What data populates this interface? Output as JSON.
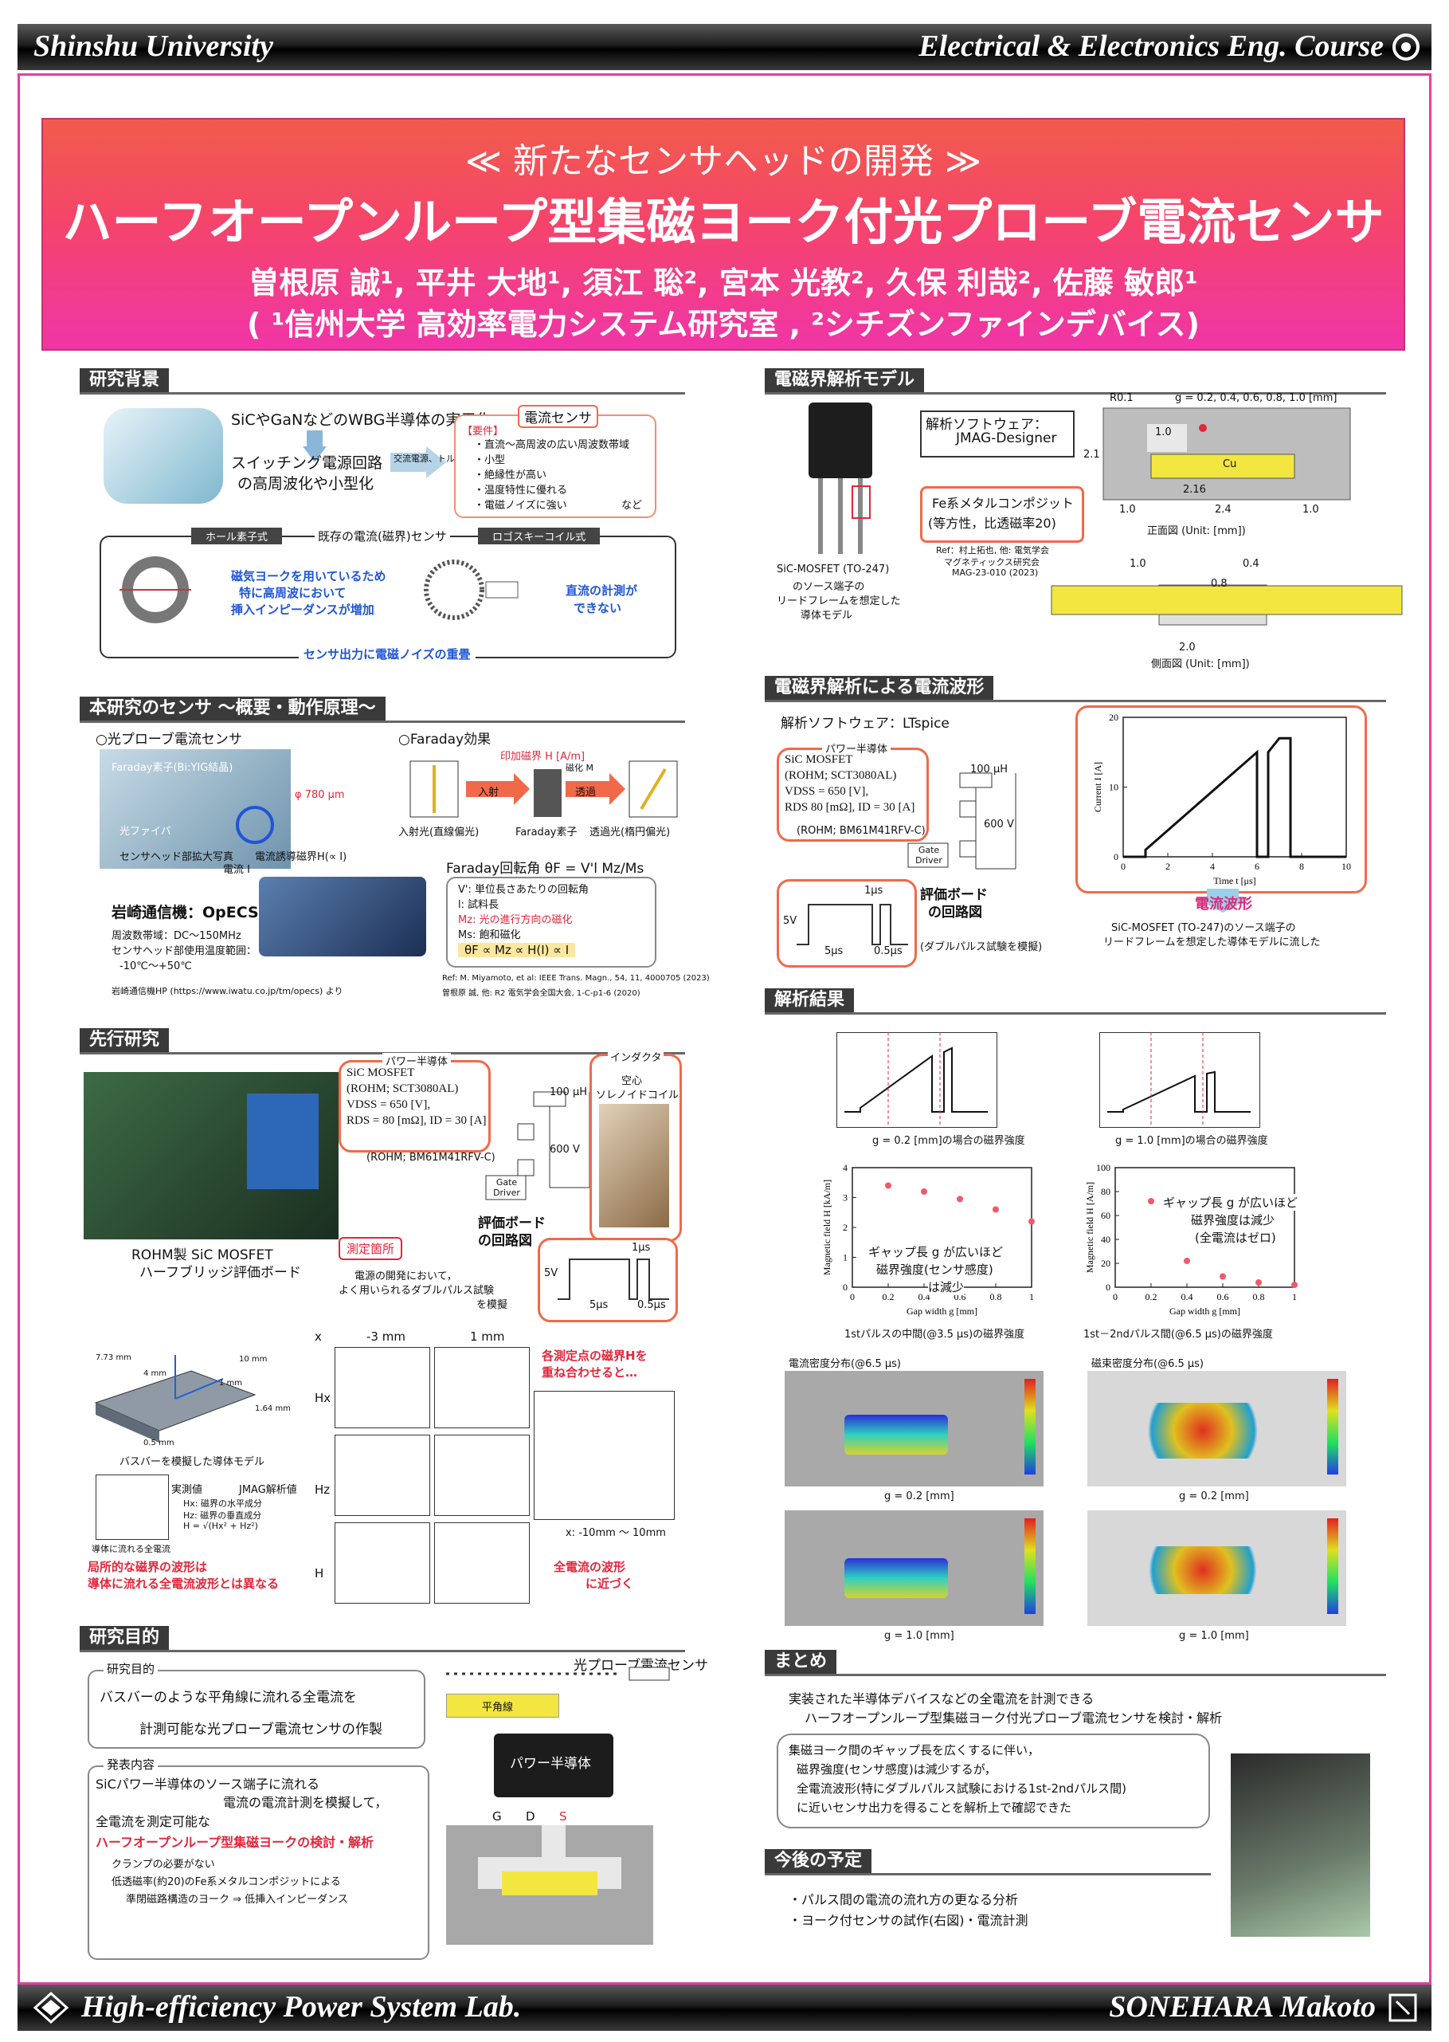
{
  "header": {
    "left": "Shinshu University",
    "right": "Electrical & Electronics Eng. Course"
  },
  "footer": {
    "left": "High-efficiency Power System Lab.",
    "right": "SONEHARA Makoto"
  },
  "title": {
    "subtitle": "≪ 新たなセンサヘッドの開発 ≫",
    "main": "ハーフオープンループ型集磁ヨーク付光プローブ電流センサ",
    "authors": "曽根原 誠¹, 平井 大地¹, 須江 聡², 宮本 光教², 久保 利哉², 佐藤 敏郎¹",
    "affiliation": "( ¹信州大学 高効率電力システム研究室 , ²シチズンファインデバイス)"
  },
  "sections": {
    "background": "研究背景",
    "principle": "本研究のセンサ ～概要・動作原理～",
    "prior": "先行研究",
    "purpose": "研究目的",
    "em_model": "電磁界解析モデル",
    "em_waveform": "電磁界解析による電流波形",
    "results": "解析結果",
    "summary": "まとめ",
    "future": "今後の予定"
  },
  "background": {
    "wbg": "SiCやGaNなどのWBG半導体の実用化",
    "switching1": "スイッチング電源回路",
    "switching2": "の高周波化や小型化",
    "arrow_note": "交流電源、トルク制御 など",
    "req_title": "電流センサ",
    "req_label": "【要件】",
    "req_items": [
      "・直流～高周波の広い周波数帯域",
      "・小型",
      "・絶縁性が高い",
      "・温度特性に優れる",
      "・電磁ノイズに強い"
    ],
    "req_etc": "など",
    "hall": "ホール素子式",
    "existing": "既存の電流(磁界)センサ",
    "rogowski": "ロゴスキーコイル式",
    "hall_note1": "磁気ヨークを用いているため",
    "hall_note2": "特に高周波において",
    "hall_note3": "挿入インピーダンスが増加",
    "rog_note1": "直流の計測が",
    "rog_note2": "できない",
    "noise": "センサ出力に電磁ノイズの重畳"
  },
  "principle": {
    "optical": "○光プローブ電流センサ",
    "faraday_elem": "Faraday素子(Bi:YIG結晶)",
    "fiber": "光ファイバ",
    "sensor_head": "センサヘッド部拡大写真",
    "current": "電流 I",
    "field": "電流誘導磁界H(∝ I)",
    "dim": "φ 780 μm",
    "faraday_effect": "○Faraday効果",
    "applied_field": "印加磁界 H [A/m]",
    "magnetization": "磁化 M",
    "incident_label": "入射",
    "transmit_label": "透過",
    "incident": "入射光(直線偏光)",
    "faraday_device": "Faraday素子",
    "transmitted": "透過光(楕円偏光)",
    "rotation": "Faraday回転角 θF = V'l Mz/Ms",
    "legend1": "V': 単位長さあたりの回転角",
    "legend2": "l: 試料長",
    "legend3": "Mz: 光の進行方向の磁化",
    "legend4": "Ms: 飽和磁化",
    "proportional": "θF ∝ Mz ∝ H(I) ∝ I",
    "product": "岩崎通信機：OpECS",
    "spec1": "周波数帯域：DC～150MHz",
    "spec2": "センサヘッド部使用温度範囲：",
    "spec3": "-10℃～+50℃",
    "url": "岩崎通信機HP (https://www.iwatu.co.jp/tm/opecs) より",
    "ref1": "Ref: M. Miyamoto, et al: IEEE Trans. Magn., 54, 11, 4000705 (2023)",
    "ref2": "曽根原 誠, 他: R2 電気学会全国大会, 1-C-p1-6 (2020)"
  },
  "prior": {
    "device_title": "パワー半導体",
    "mosfet": "SiC MOSFET",
    "rohm": "(ROHM; SCT3080AL)",
    "vdss": "VDSS = 650 [V],",
    "rds": "RDS = 80 [mΩ], ID = 30 [A]",
    "inductor": "100 μH",
    "voltage": "600 V",
    "driver_chip": "(ROHM; BM61M41RFV-C)",
    "gate": "Gate Driver",
    "eval_board": "評価ボード",
    "circuit": "の回路図",
    "inductor_title": "インダクタ",
    "air_core": "空心",
    "solenoid": "ソレノイドコイル",
    "board1": "ROHM製 SiC MOSFET",
    "board2": "ハーフブリッジ評価ボード",
    "measure_point": "測定箇所",
    "test1": "電源の開発において，",
    "test2": "よく用いられるダブルパルス試験",
    "test3": "を模擬",
    "pulse_v": "5V",
    "pulse_w": "1μs",
    "pulse_gap": "5μs",
    "pulse_off": "0.5μs",
    "busbar": "バスバーを模擬した導体モデル",
    "dim_a": "7.73 mm",
    "dim_b": "4 mm",
    "dim_c": "1 mm",
    "dim_d": "0.5 mm",
    "dim_e": "1.64 mm",
    "dim_f": "10 mm",
    "col_x": "x",
    "col_1": "-3 mm",
    "col_2": "1 mm",
    "row_hx": "Hx",
    "row_hz": "Hz",
    "row_h": "H",
    "legend_meas": "実測値",
    "legend_jmag": "JMAG解析値",
    "def_hx": "Hx: 磁界の水平成分",
    "def_hz": "Hz: 磁界の垂直成分",
    "def_h": "H = √(Hx² + Hz²)",
    "overlap1": "各測定点の磁界Hを",
    "overlap2": "重ね合わせると…",
    "range": "x: -10mm ～ 10mm",
    "approach1": "全電流の波形",
    "approach2": "に近づく",
    "local1": "局所的な磁界の波形は",
    "local2": "導体に流れる全電流波形とは異なる",
    "conductor_current": "導体に流れる全電流"
  },
  "purpose": {
    "goal_label": "研究目的",
    "goal1": "バスバーのような平角線に流れる全電流を",
    "goal2": "計測可能な光プローブ電流センサの作製",
    "content_label": "発表内容",
    "c1": "SiCパワー半導体のソース端子に流れる",
    "c2": "電流の電流計測を模擬して，",
    "c3": "全電流を測定可能な",
    "c4": "ハーフオープンループ型集磁ヨークの検討・解析",
    "c5": "クランプの必要がない",
    "c6": "低透磁率(約20)のFe系メタルコンポジットによる",
    "c7": "準閉磁路構造のヨーク ⇒ 低挿入インピーダンス",
    "sensor_label": "光プローブ電流センサ",
    "flat_wire": "平角線",
    "power_semi": "パワー半導体",
    "g": "G",
    "d": "D",
    "s": "S"
  },
  "em_model": {
    "device1": "SiC-MOSFET (TO-247)",
    "device2": "のソース端子の",
    "device3": "リードフレームを想定した",
    "device4": "導体モデル",
    "software_label": "解析ソフトウェア：",
    "software": "JMAG-Designer",
    "material1": "Fe系メタルコンポジット",
    "material2": "(等方性，比透磁率20)",
    "mat_ref1": "Ref：村上拓也, 他: 電気学会",
    "mat_ref2": "マグネティックス研究会",
    "mat_ref3": "MAG-23-010 (2023)",
    "r01": "R0.1",
    "gap_values": "g = 0.2, 0.4, 0.6, 0.8, 1.0 [mm]",
    "d10a": "1.0",
    "d21": "2.1",
    "cu": "Cu",
    "d216": "2.16",
    "d10b": "1.0",
    "d24": "2.4",
    "d10c": "1.0",
    "front": "正面図 (Unit: [mm])",
    "d10d": "1.0",
    "d04": "0.4",
    "d08": "0.8",
    "d20": "2.0",
    "side": "側面図 (Unit: [mm])"
  },
  "em_waveform": {
    "software": "解析ソフトウェア：LTspice",
    "device_title": "パワー半導体",
    "mosfet": "SiC MOSFET",
    "rohm": "(ROHM; SCT3080AL)",
    "vdss": "VDSS = 650 [V],",
    "rds": "RDS  80 [mΩ], ID = 30 [A]",
    "driver": "(ROHM; BM61M41RFV-C)",
    "gate": "Gate Driver",
    "inductor": "100 μH",
    "voltage": "600 V",
    "eval_board": "評価ボード",
    "circuit": "の回路図",
    "pulse_v": "5V",
    "pulse_w": "1μs",
    "pulse_gap": "5μs",
    "pulse_off": "0.5μs",
    "dp": "(ダブルパルス試験を模擬)",
    "wave_title": "電流波形",
    "wave_note1": "SiC-MOSFET (TO-247)のソース端子の",
    "wave_note2": "リードフレームを想定した導体モデルに流した"
  },
  "results": {
    "cap_a": "g = 0.2 [mm]の場合の磁界強度",
    "cap_b": "g = 1.0 [mm]の場合の磁界強度",
    "note_a1": "ギャップ長 g が広いほど",
    "note_a2": "磁界強度(センサ感度)",
    "note_a3": "は減少",
    "note_b1": "ギャップ長 g が広いほど",
    "note_b2": "磁界強度は減少",
    "note_b3": "(全電流はゼロ)",
    "cap_c": "1stパルスの中間(@3.5 μs)の磁界強度",
    "cap_d": "1st－2ndパルス間(@6.5 μs)の磁界強度",
    "map_cd": "電流密度分布(@6.5 μs)",
    "map_fd": "磁束密度分布(@6.5 μs)",
    "g02a": "g = 0.2 [mm]",
    "g02b": "g = 0.2 [mm]",
    "g10a": "g = 1.0 [mm]",
    "g10b": "g = 1.0 [mm]"
  },
  "summary": {
    "line1": "実装された半導体デバイスなどの全電流を計測できる",
    "line2": "ハーフオープンループ型集磁ヨーク付光プローブ電流センサを検討・解析",
    "b1": "集磁ヨーク間のギャップ長を広くするに伴い，",
    "b2": "磁界強度(センサ感度)は減少するが，",
    "b3": "全電流波形(特にダブルパルス試験における1st-2ndパルス間)",
    "b4": "に近いセンサ出力を得ることを解析上で確認できた"
  },
  "future": {
    "f1": "・パルス間の電流の流れ方の更なる分析",
    "f2": "・ヨーク付センサの試作(右図)・電流計測"
  },
  "chart_data": [
    {
      "type": "line",
      "xlabel": "Time t [μs]",
      "ylabel": "Current I [A]",
      "xlim": [
        0,
        10
      ],
      "ylim": [
        0,
        20
      ],
      "xticks": [
        0,
        2,
        4,
        6,
        8,
        10
      ],
      "yticks": [
        0,
        10,
        20
      ],
      "series": [
        {
          "x": [
            0,
            1,
            1,
            6,
            6,
            6.5,
            6.5,
            7,
            7.5,
            7.5,
            10
          ],
          "y": [
            0,
            0,
            1,
            15,
            0,
            0,
            15,
            17,
            17,
            0,
            0
          ]
        }
      ]
    },
    {
      "type": "scatter",
      "xlabel": "Gap width g [mm]",
      "ylabel": "Magnetic field H [kA/m]",
      "xlim": [
        0,
        1
      ],
      "ylim": [
        0,
        4
      ],
      "xticks": [
        0,
        0.2,
        0.4,
        0.6,
        0.8,
        1
      ],
      "yticks": [
        0,
        1,
        2,
        3,
        4
      ],
      "series": [
        {
          "x": [
            0.2,
            0.4,
            0.6,
            0.8,
            1.0
          ],
          "y": [
            3.4,
            3.2,
            2.95,
            2.6,
            2.2
          ]
        }
      ]
    },
    {
      "type": "scatter",
      "xlabel": "Gap width g [mm]",
      "ylabel": "Magnetic field H [A/m]",
      "xlim": [
        0,
        1
      ],
      "ylim": [
        0,
        100
      ],
      "xticks": [
        0,
        0.2,
        0.4,
        0.6,
        0.8,
        1
      ],
      "yticks": [
        0,
        20,
        40,
        60,
        80,
        100
      ],
      "series": [
        {
          "x": [
            0.2,
            0.4,
            0.6,
            0.8,
            1.0
          ],
          "y": [
            72,
            22,
            9,
            4,
            2
          ]
        }
      ]
    }
  ]
}
